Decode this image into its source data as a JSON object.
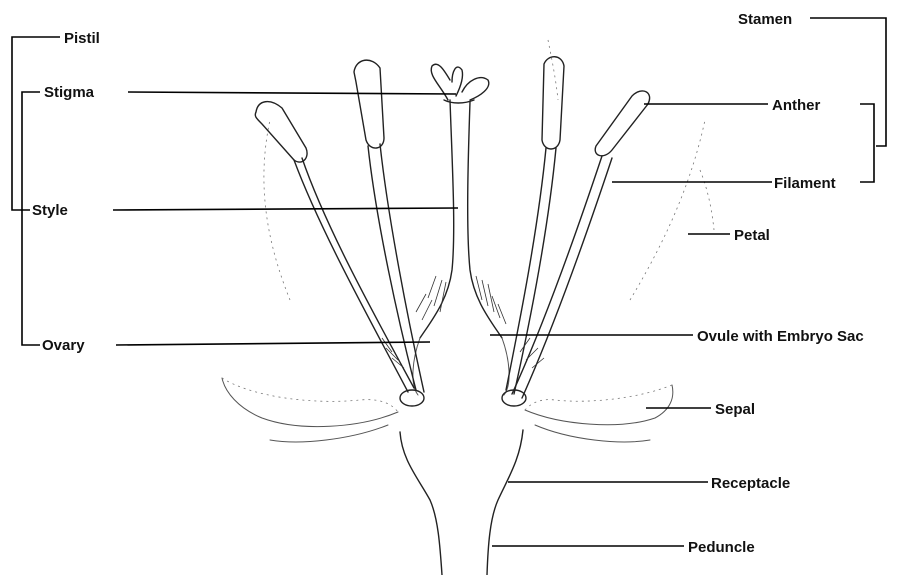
{
  "labels": {
    "pistil": "Pistil",
    "stigma": "Stigma",
    "style": "Style",
    "ovary": "Ovary",
    "stamen": "Stamen",
    "anther": "Anther",
    "filament": "Filament",
    "petal": "Petal",
    "ovule": "Ovule with Embryo Sac",
    "sepal": "Sepal",
    "receptacle": "Receptacle",
    "peduncle": "Peduncle"
  }
}
